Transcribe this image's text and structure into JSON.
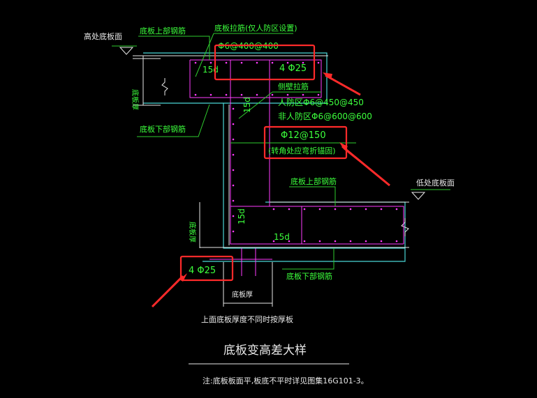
{
  "labels": {
    "high_slab_surface": "高处底板面",
    "slab_top_rebar_1": "底板上部钢筋",
    "slab_tie_bar": "底板拉筋(仅人防区设置)",
    "slab_tie_spec": "Φ6@400@400",
    "top_bar_spec": "4 Φ25",
    "side_wall_tie": "侧壁拉筋",
    "civil_defense_spec": "人防区Φ6@450@450",
    "non_civil_defense_spec": "非人防区Φ6@600@600",
    "slab_thickness_1": "底板厚",
    "slab_bottom_rebar_1": "底板下部钢筋",
    "anchor_15d_top": "15d",
    "anchor_15d_wall": "15d",
    "stirrup_spec": "Φ12@150",
    "stirrup_note": "(转角处应弯折锚固)",
    "low_slab_surface": "低处底板面",
    "slab_top_rebar_2": "底板上部钢筋",
    "slab_thickness_2": "底板厚",
    "anchor_15d_low_vertical": "15d",
    "anchor_15d_low_horizontal": "15d",
    "bottom_bar_spec": "4 Φ25",
    "slab_bottom_rebar_2": "底板下部钢筋",
    "slab_thickness_3": "底板厚",
    "upper_slab_note": "上面底板厚度不同时按厚板",
    "title": "底板变高差大样",
    "footnote": "注:底板板面平,板底不平时详见图集16G101-3。"
  },
  "colors": {
    "background": "#000000",
    "text_green": "#3cff3c",
    "leader_green": "#2ecc2e",
    "outline_white": "#e8e8e8",
    "rebar_magenta": "#ff3cff",
    "concrete_cyan": "#49d6d6",
    "highlight_red": "#ff2a2a"
  }
}
